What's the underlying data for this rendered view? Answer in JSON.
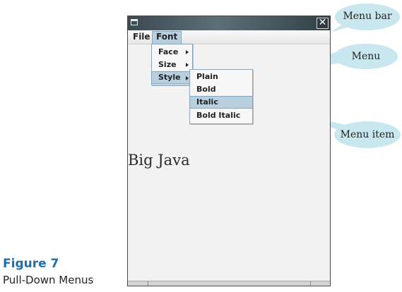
{
  "window": {
    "close_glyph": "✕",
    "menubar": {
      "items": [
        {
          "label": "File"
        },
        {
          "label": "Font"
        }
      ]
    },
    "font_menu": {
      "items": [
        {
          "label": "Face"
        },
        {
          "label": "Size"
        },
        {
          "label": "Style"
        }
      ]
    },
    "style_submenu": {
      "items": [
        {
          "label": "Plain"
        },
        {
          "label": "Bold"
        },
        {
          "label": "Italic"
        },
        {
          "label": "Bold Italic"
        }
      ]
    },
    "content_text": "Big Java"
  },
  "callouts": {
    "menu_bar": "Menu bar",
    "menu": "Menu",
    "menu_item": "Menu item"
  },
  "figure": {
    "label": "Figure 7",
    "caption": "Pull-Down Menus"
  },
  "colors": {
    "accent": "#1e6fb0",
    "selection": "#b8cfe0",
    "callout_fill": "#c9e7ee"
  }
}
